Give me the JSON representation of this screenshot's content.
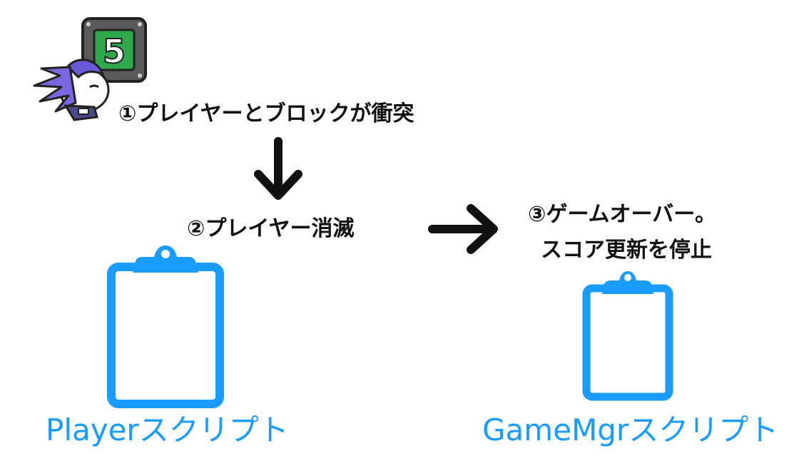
{
  "steps": {
    "step1": "①プレイヤーとブロックが衝突",
    "step2": "②プレイヤー消滅",
    "step3_line1": "③ゲームオーバー。",
    "step3_line2": "スコア更新を停止"
  },
  "block": {
    "number": "5"
  },
  "scripts": {
    "player": "Playerスクリプト",
    "gamemgr": "GameMgrスクリプト"
  },
  "colors": {
    "accent": "#1a9cff",
    "text": "#111111",
    "block_green": "#2ea84a",
    "block_frame": "#555555",
    "hair": "#6a5ad8"
  }
}
